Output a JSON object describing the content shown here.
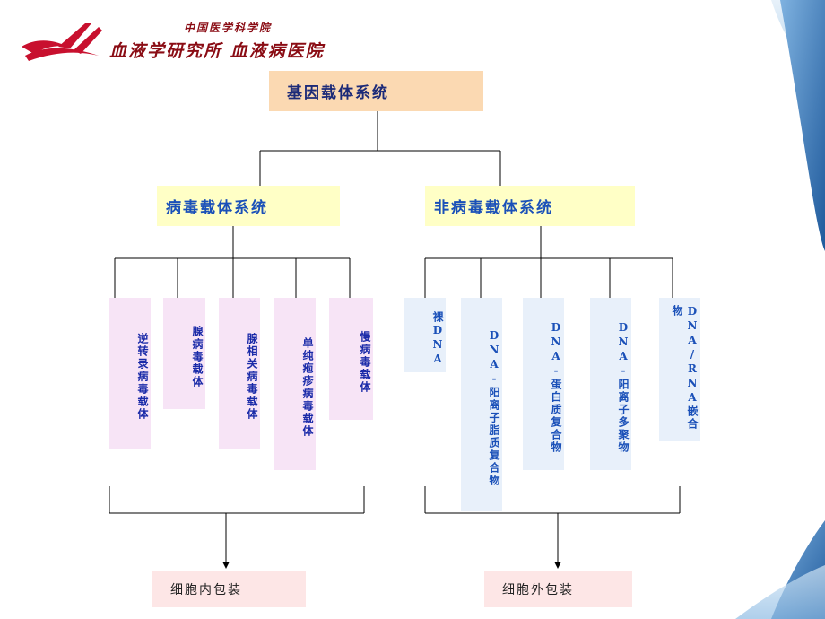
{
  "header": {
    "org_line1": "中国医学科学院",
    "org_line2": "血液学研究所 血液病医院"
  },
  "diagram": {
    "root": "基因载体系统",
    "branches": [
      {
        "label": "病毒载体系统",
        "items": [
          "逆转录病毒载体",
          "腺病毒载体",
          "腺相关病毒载体",
          "单纯疱疹病毒载体",
          "慢病毒载体"
        ],
        "outcome": "细胞内包装"
      },
      {
        "label": "非病毒载体系统",
        "items": [
          "裸DNA",
          "DNA-阳离子脂质复合物",
          "DNA-蛋白质复合物",
          "DNA-阳离子多聚物",
          "DNA/RNA嵌合物"
        ],
        "outcome": "细胞外包装"
      }
    ]
  },
  "colors": {
    "root_box": "#fbd9b2",
    "branch_box": "#ffffc6",
    "viral_item": "#f7e4f6",
    "nonviral_item": "#e8f0fa",
    "outcome_box": "#fde6e6",
    "right_band": "#2d6fb0",
    "logo_red": "#c8102e"
  }
}
